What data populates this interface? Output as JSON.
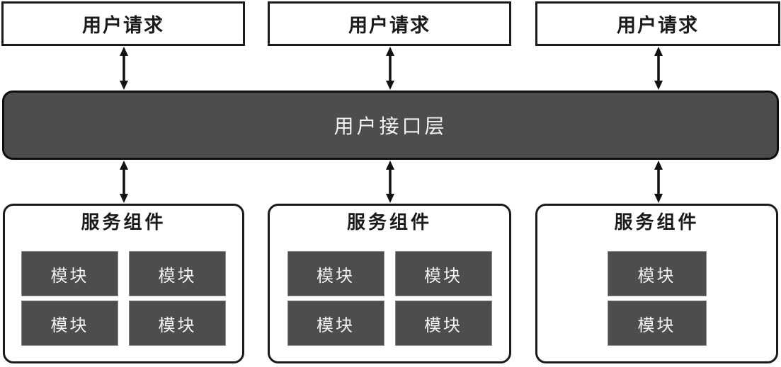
{
  "diagram": {
    "title_semantic": "layered-service-architecture",
    "user_requests": [
      {
        "label": "用户请求"
      },
      {
        "label": "用户请求"
      },
      {
        "label": "用户请求"
      }
    ],
    "interface_layer": {
      "label": "用户接口层"
    },
    "service_components": [
      {
        "title": "服务组件",
        "layout": "grid-2x2",
        "modules": [
          "模块",
          "模块",
          "模块",
          "模块"
        ]
      },
      {
        "title": "服务组件",
        "layout": "grid-2x2",
        "modules": [
          "模块",
          "模块",
          "模块",
          "模块"
        ]
      },
      {
        "title": "服务组件",
        "layout": "stack-1x2",
        "modules": [
          "模块",
          "模块"
        ]
      }
    ],
    "connections": "bidirectional-arrows between each request box, the interface layer, and each service component"
  },
  "colors": {
    "dark_fill": "#4d4d4d",
    "border_color": "#1a1a1a",
    "module_text": "#f2f2f2",
    "canvas_bg": "#ffffff",
    "title_text": "#1a1a1a"
  }
}
